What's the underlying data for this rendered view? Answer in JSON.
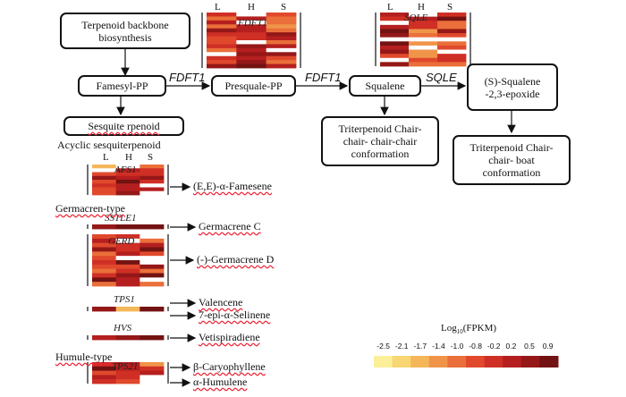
{
  "boxes": {
    "terpenoid_backbone": "Terpenoid backbone biosynthesis",
    "farnesyl_pp": "Famesyl-PP",
    "presquale_pp": "Presquale-PP",
    "squalene": "Squalene",
    "epoxide": "(S)-Squalene -2,3-epoxide",
    "sesquiterpenoid": "Sesquite rpenoid",
    "triterp_chair": "Triterpenoid Chair-chair- chair-chair conformation",
    "triterp_boat": "Triterpenoid Chair-chair- boat conformation"
  },
  "enzymes": {
    "fdft1_a": "FDFT1",
    "fdft1_b": "FDFT1",
    "sqle": "SQLE"
  },
  "heatmap_columns": [
    "L",
    "H",
    "S"
  ],
  "heatmap_labels": {
    "fdft1": "FDFT1",
    "sqle": "SQLE",
    "afs1": "AFS1",
    "sstle1": "SSTLE1",
    "gerd": "GERD",
    "tps1": "TPS1",
    "hvs": "HVS",
    "tps21": "TPS21"
  },
  "sections": {
    "acyclic": "Acyclic sesquiterpenoid",
    "germacren": "Germacren-type",
    "humule": "Humule-type"
  },
  "products": {
    "farnesene": "(E,E)-α-Famesene",
    "germacrene_c": "Germacrene C",
    "germacrene_d": "(-)-Germacrene D",
    "valencene": "Valencene",
    "selinene": "7-epi-α-Selinene",
    "vetispiradiene": "Vetispiradiene",
    "caryophyllene": "β-Caryophyllene",
    "humulene": "α-Humulene"
  },
  "legend": {
    "title_base": "Log",
    "title_sub": "10",
    "title_rest": "(FPKM)",
    "ticks": [
      "-2.5",
      "-2.1",
      "-1.7",
      "-1.4",
      "-1.0",
      "-0.8",
      "-0.2",
      "0.2",
      "0.5",
      "0.9"
    ],
    "colors": [
      "#fbef9a",
      "#f8d673",
      "#f5b65a",
      "#f0944a",
      "#ea6f3a",
      "#e0492c",
      "#cf2f25",
      "#b51f1f",
      "#951818",
      "#731212"
    ]
  }
}
